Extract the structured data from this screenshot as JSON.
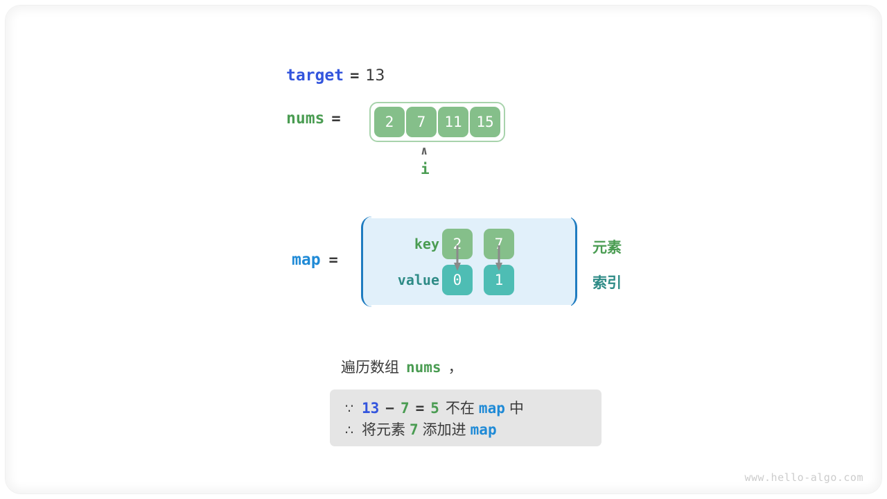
{
  "watermark": "www.hello-algo.com",
  "target": {
    "label": "target",
    "equals": "=",
    "value": "13"
  },
  "nums": {
    "label": "nums",
    "equals": "=",
    "cells": [
      "2",
      "7",
      "11",
      "15"
    ]
  },
  "pointer": {
    "caret": "∧",
    "label": "i",
    "index": 1
  },
  "map": {
    "label": "map",
    "equals": "=",
    "row_labels": {
      "key": "key",
      "value": "value"
    },
    "keys": [
      "2",
      "7"
    ],
    "values": [
      "0",
      "1"
    ],
    "side_labels": {
      "element": "元素",
      "index": "索引"
    }
  },
  "caption": {
    "prefix": "遍历数组",
    "code": "nums",
    "suffix": "，"
  },
  "conclusion": {
    "line1": {
      "symbol": "∵",
      "num_a": "13",
      "op_minus": "−",
      "num_b": "7",
      "op_eq": "=",
      "num_c": "5",
      "text_mid": "不在",
      "code": "map",
      "text_end": "中"
    },
    "line2": {
      "symbol": "∴",
      "text_start": "将元素",
      "num": "7",
      "text_mid": "添加进",
      "code": "map"
    }
  },
  "colors": {
    "blue_var": "#3355dd",
    "blue_map": "#1f8ad6",
    "green": "#4a9c52",
    "green_cell": "#85bf8a",
    "teal_cell": "#4ebdb4",
    "teal_text": "#2e8b86",
    "panel_bg": "#e1f0fa",
    "panel_border": "#1f7cc0",
    "box_bg": "#e5e5e5",
    "arrow": "#8a8a8a",
    "text": "#3a3a3a"
  }
}
